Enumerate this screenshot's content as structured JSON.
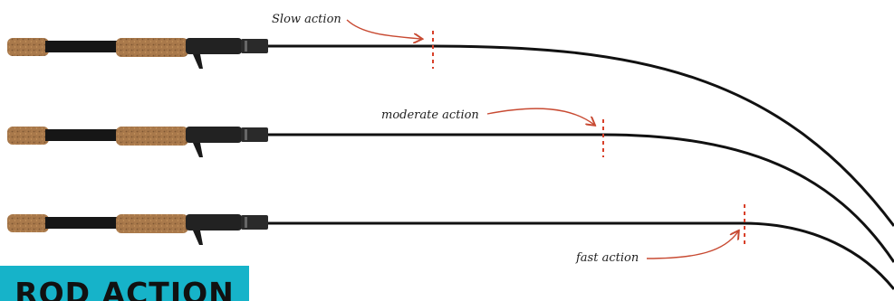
{
  "title": "ROD ACTION",
  "rods": [
    {
      "label": "Slow action"
    },
    {
      "label": "moderate action"
    },
    {
      "label": "fast action"
    }
  ],
  "colors": {
    "badge": "#16b3c9",
    "blank": "#111111",
    "cork": "#a9794b",
    "marker": "#d8402a",
    "arrow": "#c84a32"
  }
}
